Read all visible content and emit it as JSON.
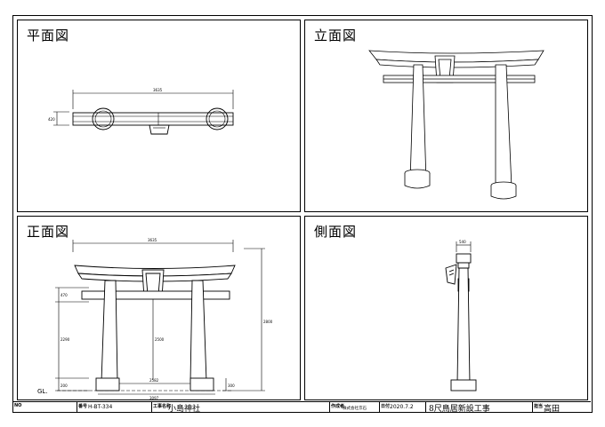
{
  "panels": {
    "plan": {
      "title": "平面図",
      "dim_total": "3635",
      "dim_depth": "420"
    },
    "elevation": {
      "title": "立面図"
    },
    "front": {
      "title": "正面図",
      "dim_top": "3635",
      "dim_height_total": "2800",
      "dim_pillar": "2290",
      "dim_center": "2500",
      "dim_inner": "2582",
      "dim_base": "3097",
      "dim_small_top": "470",
      "dim_small_bottom": "200",
      "dim_right_small": "300",
      "ground_label": "GL."
    },
    "side": {
      "title": "側面図",
      "dim_top": "540"
    }
  },
  "title_block": {
    "c1": {
      "label": "NO",
      "value": ""
    },
    "c2": {
      "label": "番号",
      "value": "H-BT-334"
    },
    "c3": {
      "label": "工事名称",
      "value": "小島神社"
    },
    "c4": {
      "label": "作成者",
      "value": "株式会社京石"
    },
    "c5": {
      "label": "日付",
      "value": "2020.7.2"
    },
    "c6": {
      "label": "",
      "value": "8尺鳥居新設工事"
    },
    "c7": {
      "label": "担当",
      "value": "高田"
    }
  }
}
